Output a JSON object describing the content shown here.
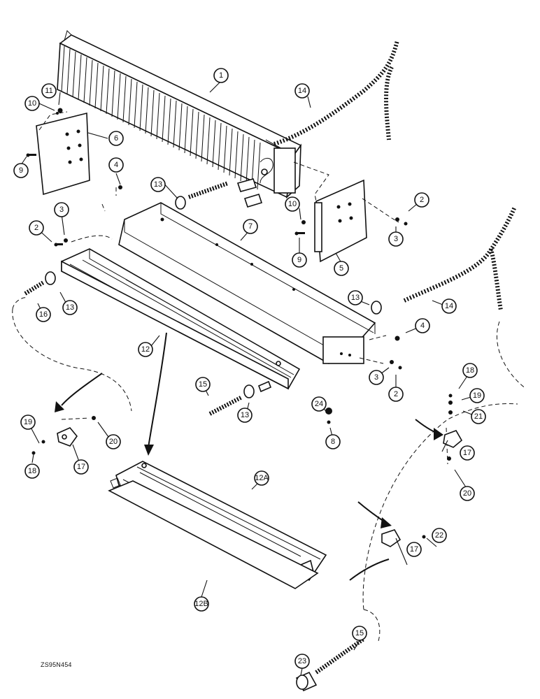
{
  "figure_code": "ZS95N454",
  "callouts": [
    "1",
    "2",
    "2",
    "2",
    "3",
    "3",
    "3",
    "4",
    "4",
    "5",
    "6",
    "7",
    "8",
    "9",
    "9",
    "10",
    "10",
    "11",
    "12",
    "12A",
    "12B",
    "13",
    "13",
    "13",
    "13",
    "14",
    "14",
    "15",
    "15",
    "16",
    "17",
    "17",
    "17",
    "18",
    "18",
    "19",
    "19",
    "20",
    "20",
    "21",
    "22",
    "23",
    "24"
  ],
  "colors": {
    "ink": "#111111",
    "paper": "#ffffff"
  }
}
